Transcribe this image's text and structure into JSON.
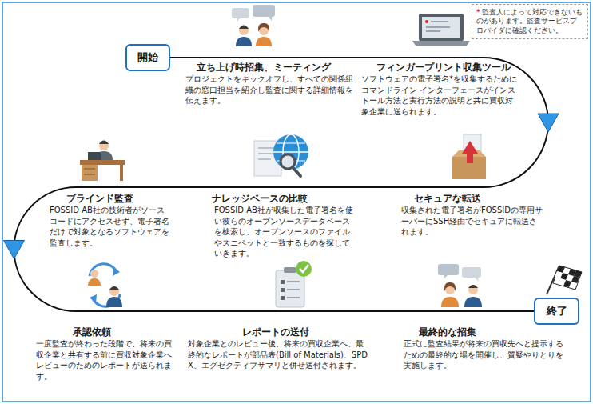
{
  "diagram": {
    "nodes": [
      {
        "text": [
          "開始"
        ]
      },
      {
        "text": [
          "*",
          "監査人によって対応できないものがあります。監査サービスプロバイダに確認ください。"
        ]
      },
      {
        "text": [
          "終了"
        ]
      }
    ],
    "edges": [
      {
        "from": 0,
        "to": 2,
        "arrow": "none"
      }
    ],
    "labels": [
      "立ち上げ時招集、ミーティング",
      "プロジェクトをキックオフし、すべての関係組織の窓口担当を紹介し監査に関する詳細情報を伝えます。",
      "フィンガープリント収集ツール",
      "ソフトウェアの電子署名*を収集するためにコマンドライン インターフェースがインストール方法と実行方法の説明と共に買収対象企業に送られます。",
      "セキュアな転送",
      "収集された電子署名がFOSSIDの専用サーバーにSSH経由でセキュアに転送されます。",
      "ナレッジベースの比較",
      "FOSSID AB社が収集した電子署名を使い彼らのオープンソースデータベースを検索し、オープンソースのファイルやスニペットと一致するものを探していきます。",
      "ブラインド監査",
      "FOSSID AB社の技術者がソースコードにアクセスせず、電子署名だけで対象となるソフトウェアを監査します。",
      "承認依頼",
      "一度監査が終わった段階で、将来の買収企業と共有する前に買収対象企業へレビューのためのレポートが送られます。",
      "レポートの送付",
      "対象企業とのレビュー後、将来の買収企業へ、最終的なレポートが部品表(Bill of Materials)、SPDX、エグゼクティブサマリと併せ送付されます。",
      "最終的な招集",
      "正式に監査結果が将来の買収先へと提示するための最終的な場を開催し、質疑やりとりを実施します。"
    ]
  }
}
